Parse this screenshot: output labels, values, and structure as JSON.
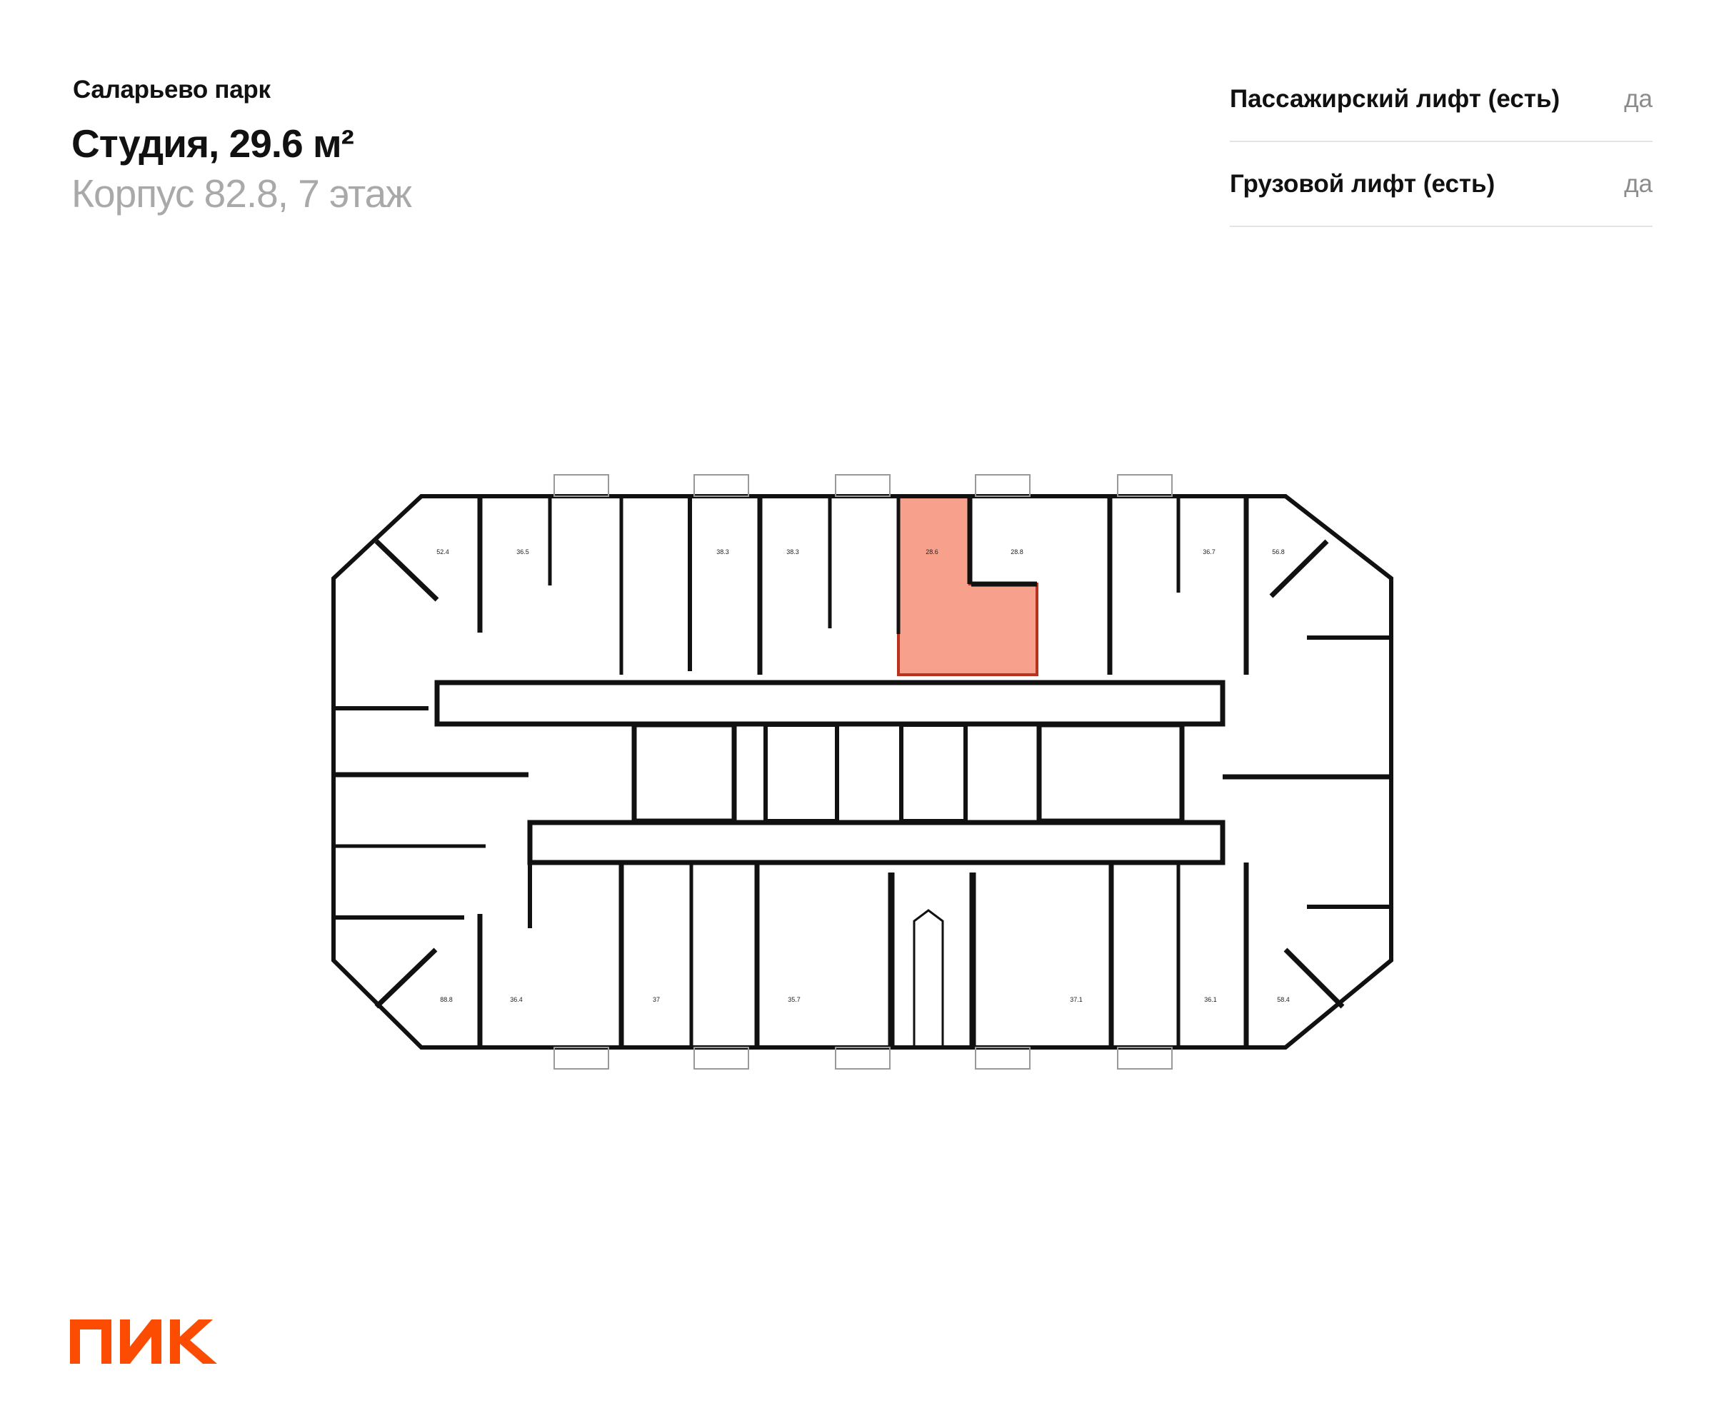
{
  "header": {
    "project_name": "Саларьево парк",
    "apartment_title": "Студия, 29.6 м²",
    "building_info": "Корпус 82.8, 7 этаж"
  },
  "features": [
    {
      "label": "Пассажирский лифт (есть)",
      "value": "да"
    },
    {
      "label": "Грузовой лифт (есть)",
      "value": "да"
    }
  ],
  "floor_plan": {
    "highlight_color": "#f7a08c",
    "highlight_border": "#b8321e",
    "unit_areas_top": [
      "52.4",
      "36.5",
      "38.3",
      "38.3",
      "28.6",
      "28.8",
      "36.7",
      "56.8"
    ],
    "unit_areas_bottom": [
      "88.8",
      "36.4",
      "37",
      "35.7",
      "37.1",
      "36.1",
      "58.4"
    ]
  },
  "brand": {
    "logo_text": "ПИК",
    "logo_color": "#fc4c02"
  }
}
